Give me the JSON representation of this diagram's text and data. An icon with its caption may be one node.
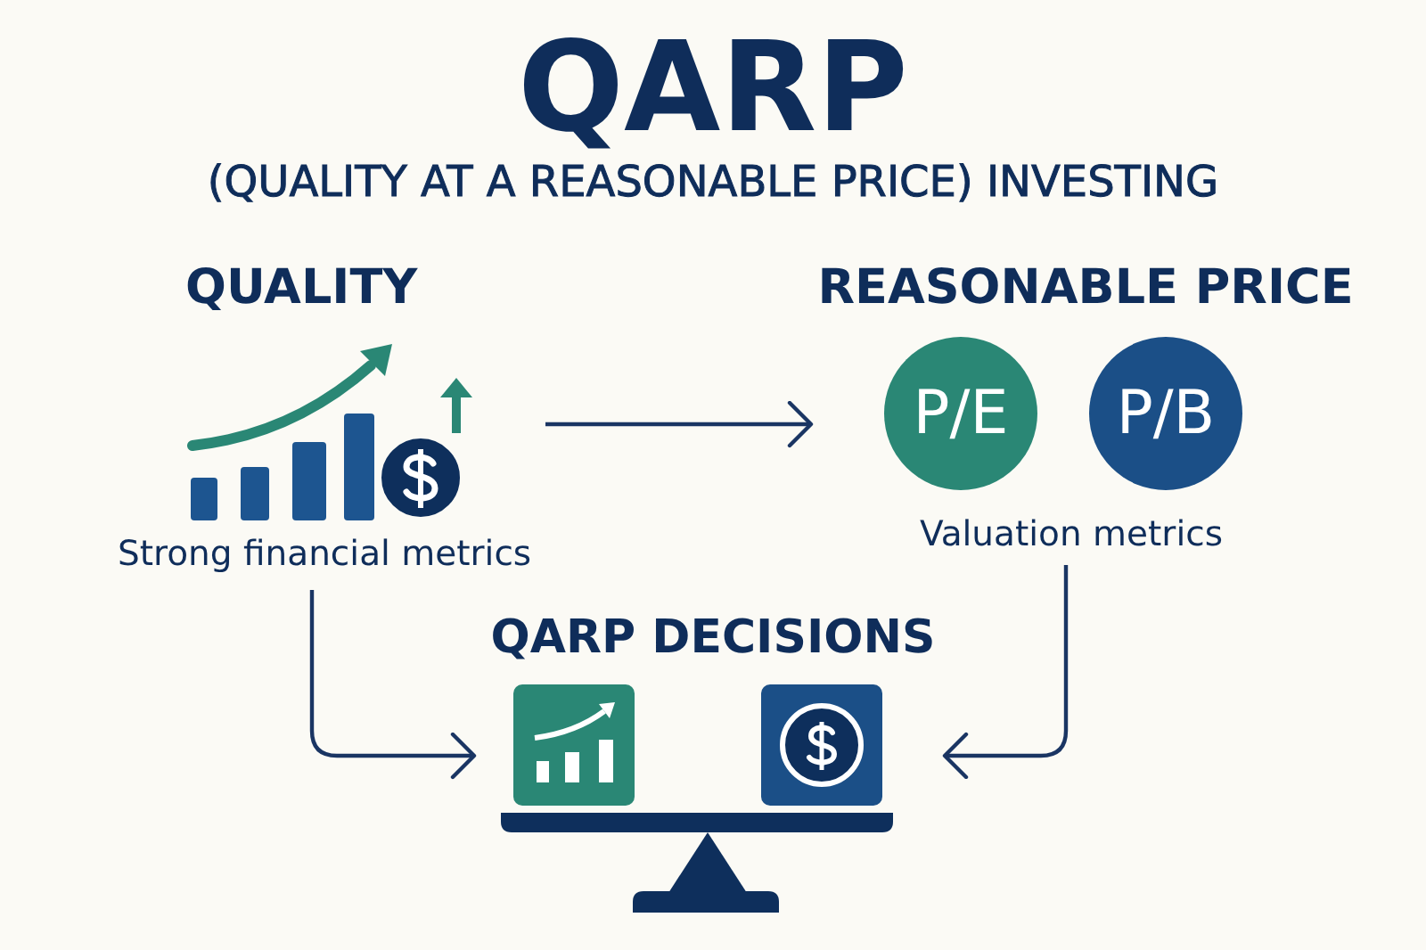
{
  "diagram": {
    "title": "QARP",
    "nodes": [
      {
        "text": [
          "QUALITY",
          "Strong financial metrics"
        ]
      },
      {
        "text": [
          "REASONABLE PRICE",
          "Valuation metrics"
        ]
      },
      {
        "text": [
          "P/E"
        ],
        "in": 1
      },
      {
        "text": [
          "P/B"
        ],
        "in": 1
      },
      {
        "text": [
          "QARP DECISIONS"
        ]
      }
    ],
    "edges": [
      {
        "from": 0,
        "to": 1,
        "arrow": "to"
      },
      {
        "from": 0,
        "to": 4,
        "arrow": "to"
      },
      {
        "from": 1,
        "to": 4,
        "arrow": "to"
      }
    ],
    "labels": [
      "(QUALITY AT A REASONABLE PRICE) INVESTING"
    ]
  }
}
